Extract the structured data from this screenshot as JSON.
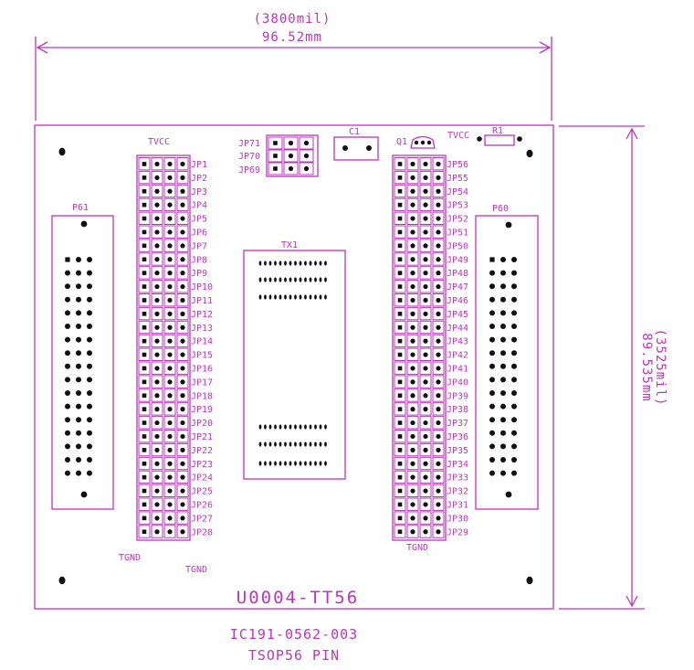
{
  "dimensions": {
    "width_mil": "(3800mil)",
    "width_mm": "96.52mm",
    "height_mil": "(3525mil)",
    "height_mm": "89.535mm"
  },
  "board": {
    "name": "U0004-TT56",
    "part_number": "IC191-0562-003",
    "description": "TSOP56 PIN"
  },
  "components": {
    "tvcc_left": "TVCC",
    "tvcc_right": "TVCC",
    "tgnd_left_a": "TGND",
    "tgnd_left_b": "TGND",
    "tgnd_right": "TGND",
    "p61": "P61",
    "p60": "P60",
    "tx1": "TX1",
    "c1": "C1",
    "q1": "Q1",
    "r1": "R1",
    "top_headers": [
      "JP71",
      "JP70",
      "JP69"
    ]
  },
  "left_headers": [
    "JP1",
    "JP2",
    "JP3",
    "JP4",
    "JP5",
    "JP6",
    "JP7",
    "JP8",
    "JP9",
    "JP10",
    "JP11",
    "JP12",
    "JP13",
    "JP14",
    "JP15",
    "JP16",
    "JP17",
    "JP18",
    "JP19",
    "JP20",
    "JP21",
    "JP22",
    "JP23",
    "JP24",
    "JP25",
    "JP26",
    "JP27",
    "JP28"
  ],
  "right_headers": [
    "JP56",
    "JP55",
    "JP54",
    "JP53",
    "JP52",
    "JP51",
    "JP50",
    "JP49",
    "JP48",
    "JP47",
    "JP46",
    "JP45",
    "JP44",
    "JP43",
    "JP42",
    "JP41",
    "JP40",
    "JP39",
    "JP38",
    "JP37",
    "JP36",
    "JP35",
    "JP34",
    "JP33",
    "JP32",
    "JP31",
    "JP30",
    "JP29"
  ],
  "colors": {
    "ink": "#c033c0",
    "pad": "#111111",
    "background": "#ffffff"
  }
}
